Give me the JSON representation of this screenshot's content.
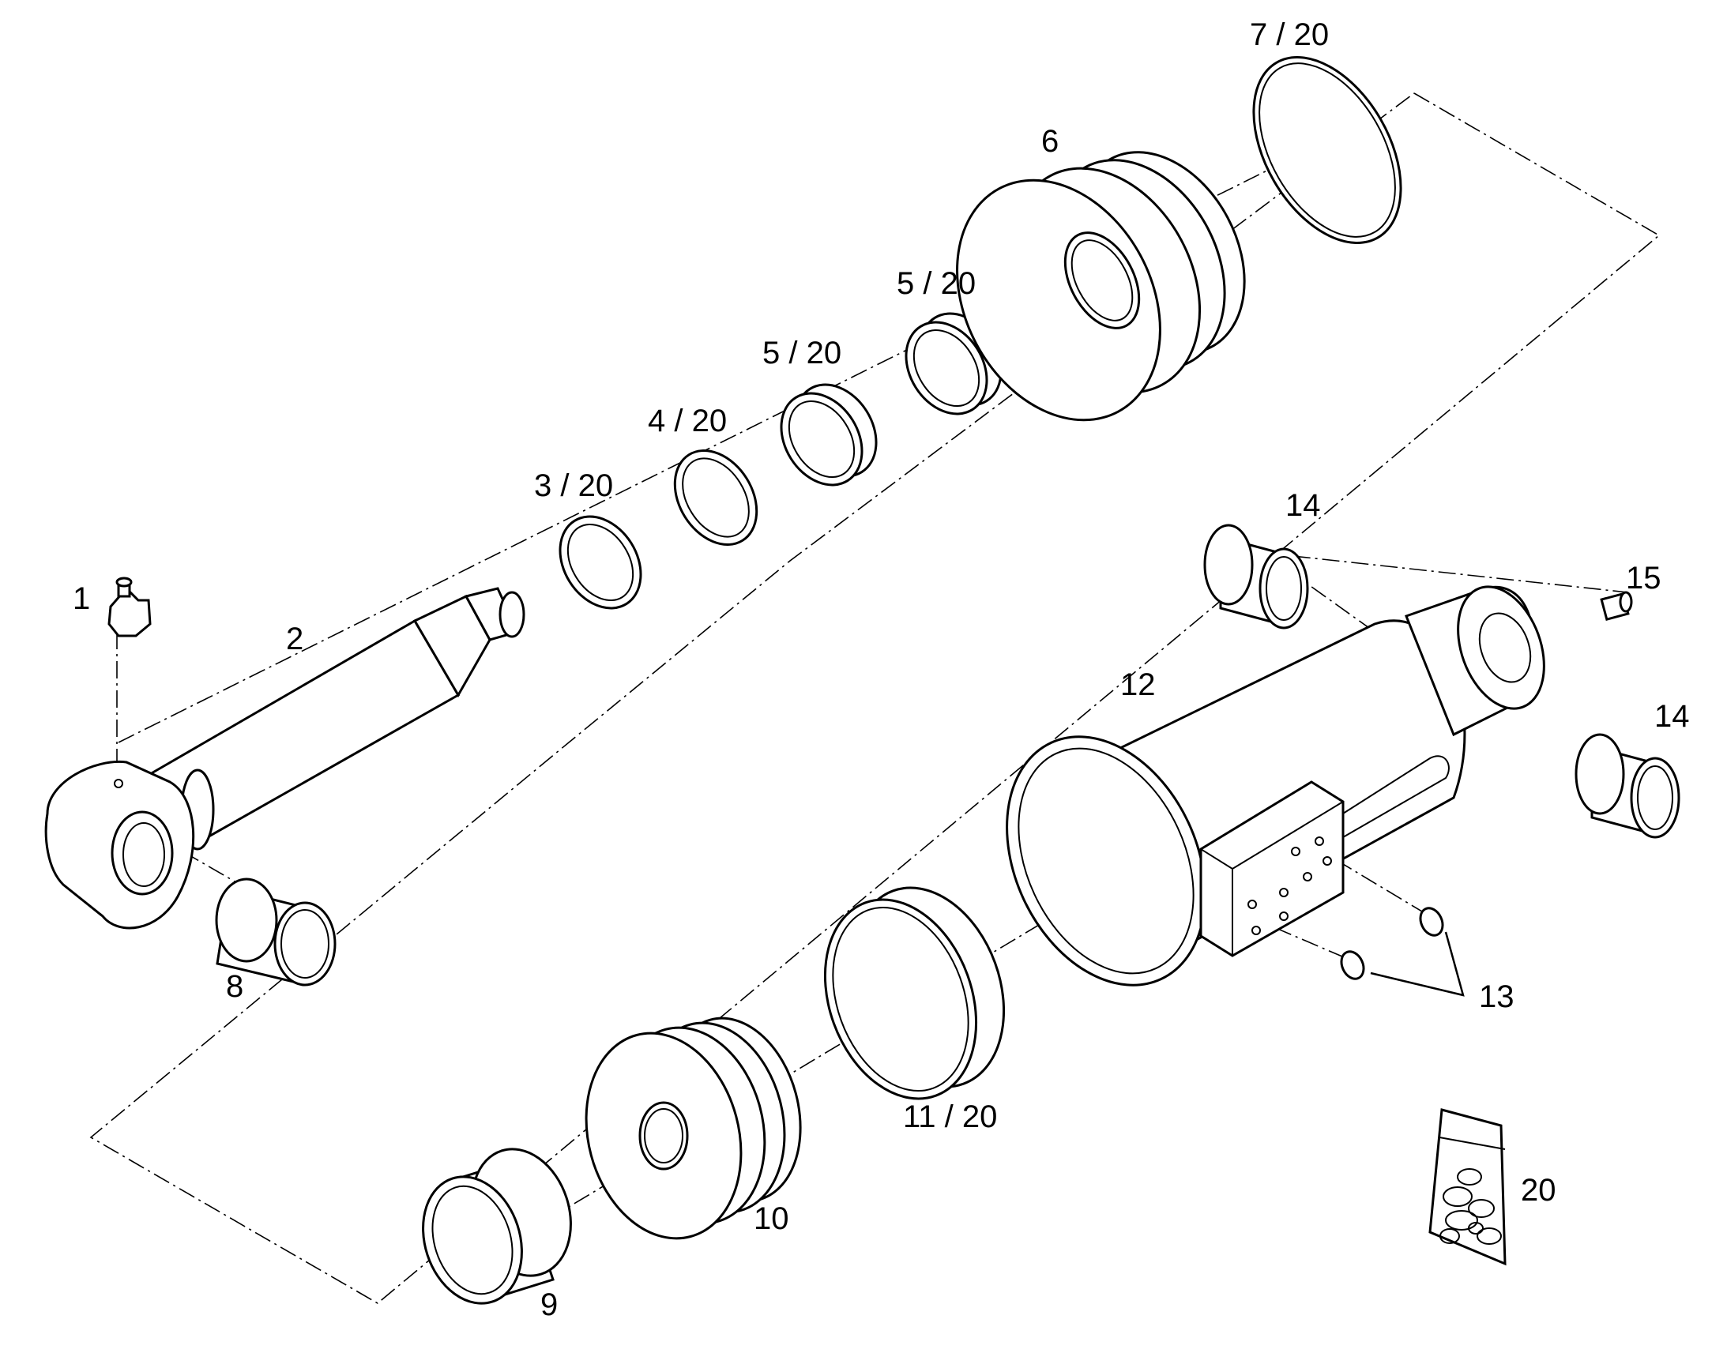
{
  "diagram": {
    "callouts": [
      {
        "id": "c1",
        "text": "1"
      },
      {
        "id": "c2",
        "text": "2"
      },
      {
        "id": "c3",
        "text": "3 / 20"
      },
      {
        "id": "c4",
        "text": "4 / 20"
      },
      {
        "id": "c5a",
        "text": "5 / 20"
      },
      {
        "id": "c5b",
        "text": "5 / 20"
      },
      {
        "id": "c6",
        "text": "6"
      },
      {
        "id": "c7",
        "text": "7 / 20"
      },
      {
        "id": "c8",
        "text": "8"
      },
      {
        "id": "c9",
        "text": "9"
      },
      {
        "id": "c10",
        "text": "10"
      },
      {
        "id": "c11",
        "text": "11 / 20"
      },
      {
        "id": "c12",
        "text": "12"
      },
      {
        "id": "c13",
        "text": "13"
      },
      {
        "id": "c14a",
        "text": "14"
      },
      {
        "id": "c14b",
        "text": "14"
      },
      {
        "id": "c15",
        "text": "15"
      },
      {
        "id": "c20",
        "text": "20"
      }
    ]
  }
}
